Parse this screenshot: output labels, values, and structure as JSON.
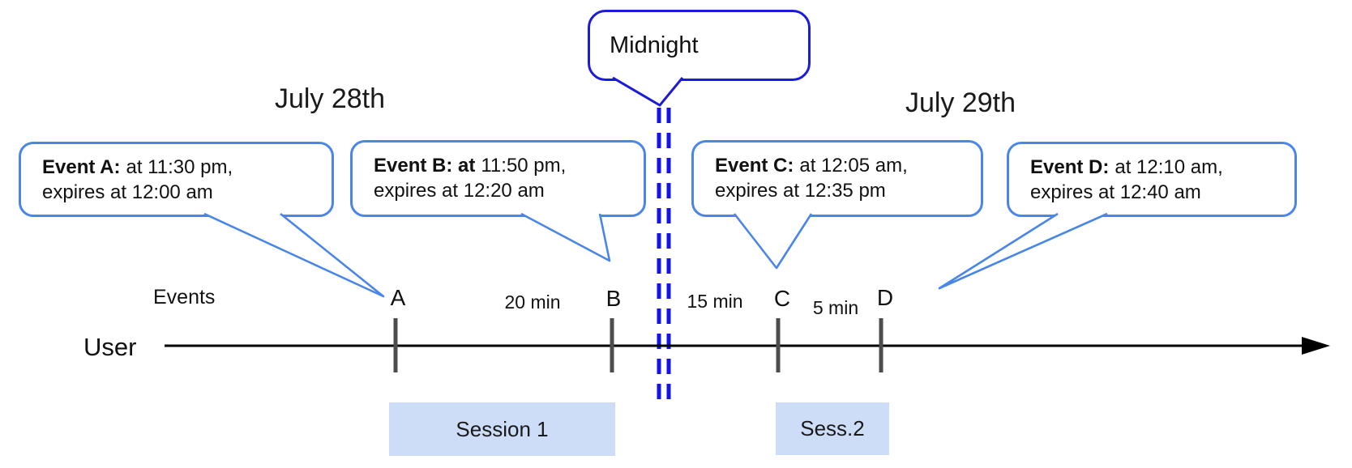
{
  "diagram": {
    "dates": {
      "left": "July 28th",
      "right": "July 29th"
    },
    "midnight": {
      "label": "Midnight"
    },
    "axis": {
      "events_label": "Events",
      "user_label": "User"
    },
    "events": [
      {
        "tick": "A",
        "bold": "Event A:",
        "line1_rest": "at 11:30 pm,",
        "line2": "expires at 12:00 am"
      },
      {
        "tick": "B",
        "bold": "Event B: at",
        "line1_rest": "11:50 pm,",
        "line2": "expires at 12:20 am"
      },
      {
        "tick": "C",
        "bold": "Event C:",
        "line1_rest": "at 12:05 am,",
        "line2": "expires at 12:35 pm"
      },
      {
        "tick": "D",
        "bold": "Event D:",
        "line1_rest": "at 12:10 am,",
        "line2": "expires at 12:40 am"
      }
    ],
    "intervals": [
      {
        "between": "A-B",
        "label": "20 min"
      },
      {
        "between": "B-C",
        "label": "15 min"
      },
      {
        "between": "C-D",
        "label": "5 min"
      }
    ],
    "sessions": [
      {
        "label": "Session 1"
      },
      {
        "label": "Sess.2"
      }
    ],
    "colors": {
      "callout_border": "#4a86e8",
      "midnight_border": "#1b1bd9",
      "dashed_line": "#1414e6",
      "session_fill": "#cdddf7",
      "tick": "#4d4d4d",
      "timeline": "#000000"
    }
  }
}
